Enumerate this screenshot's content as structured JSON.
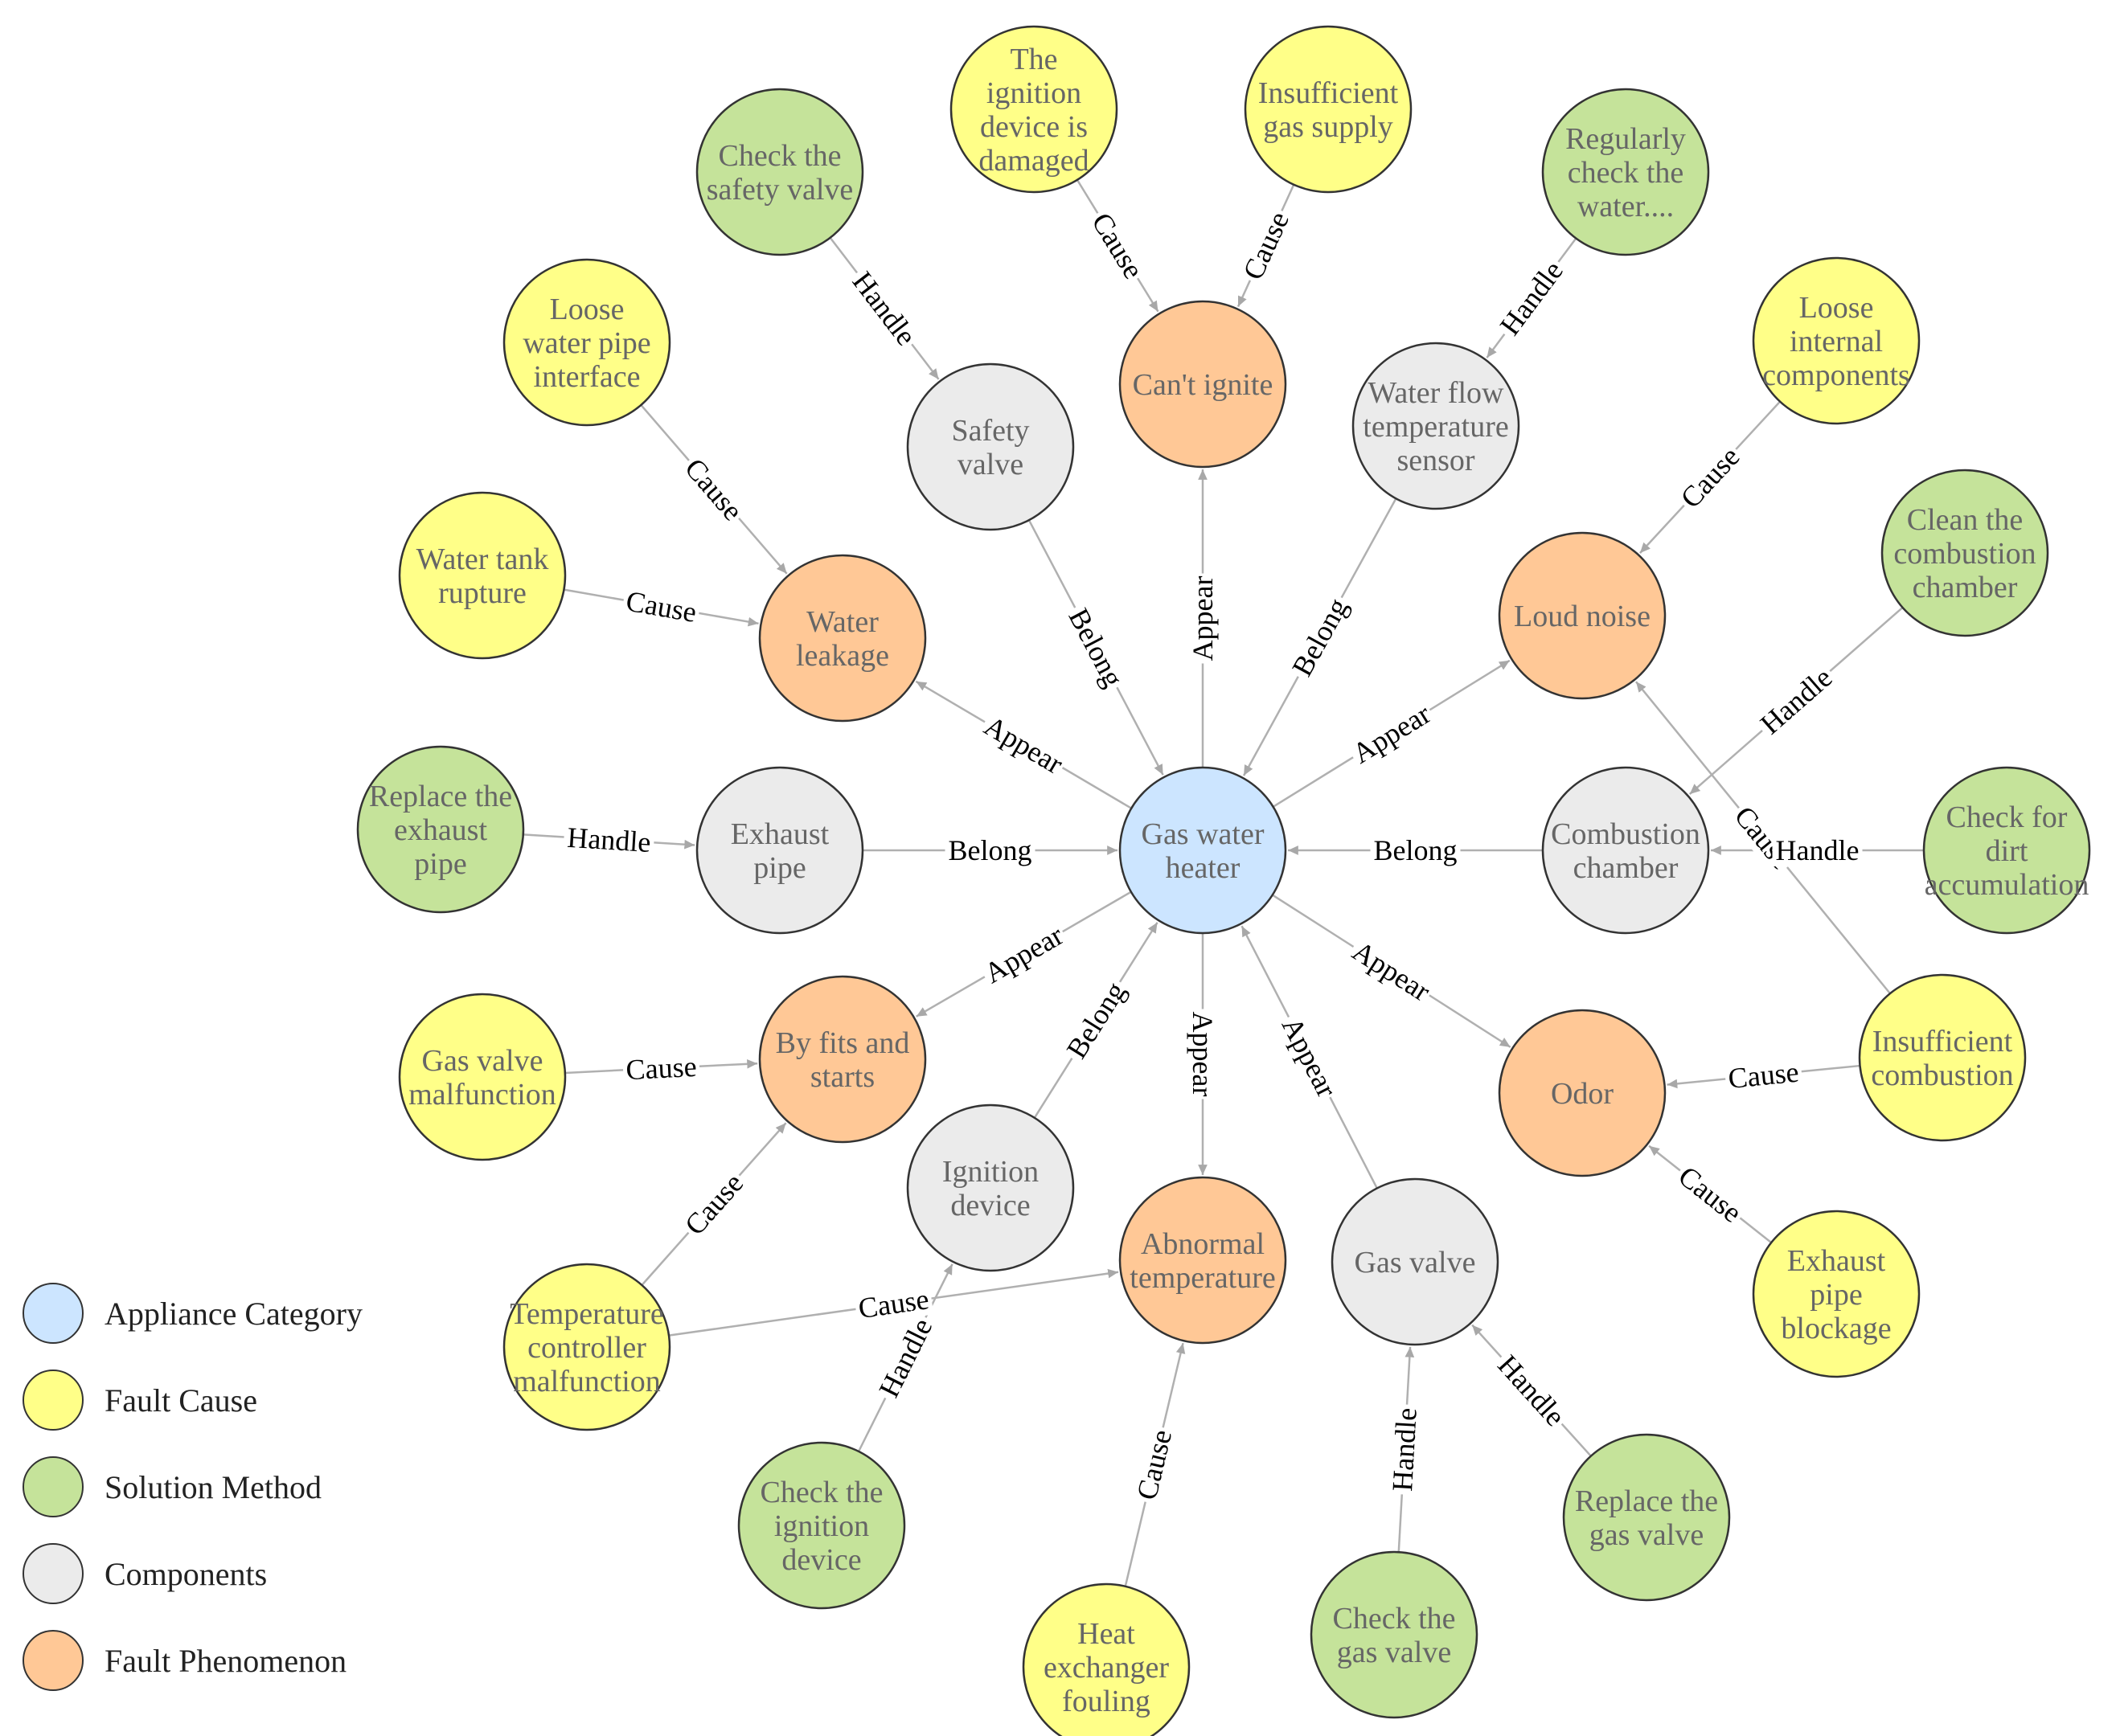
{
  "colors": {
    "appliance": "#cce5ff",
    "cause": "#ffff88",
    "solution": "#c5e39a",
    "component": "#ebebeb",
    "phenomenon": "#ffc896"
  },
  "legend": [
    {
      "type": "appliance",
      "label": "Appliance Category"
    },
    {
      "type": "cause",
      "label": "Fault Cause"
    },
    {
      "type": "solution",
      "label": "Solution Method"
    },
    {
      "type": "component",
      "label": "Components"
    },
    {
      "type": "phenomenon",
      "label": "Fault Phenomenon"
    }
  ],
  "nodes": [
    {
      "id": "gwh",
      "type": "appliance",
      "lines": [
        "Gas water",
        "heater"
      ]
    },
    {
      "id": "cant_ignite",
      "type": "phenomenon",
      "lines": [
        "Can't ignite"
      ]
    },
    {
      "id": "water_leakage",
      "type": "phenomenon",
      "lines": [
        "Water",
        "leakage"
      ]
    },
    {
      "id": "loud_noise",
      "type": "phenomenon",
      "lines": [
        "Loud noise"
      ]
    },
    {
      "id": "fits_starts",
      "type": "phenomenon",
      "lines": [
        "By fits and",
        "starts"
      ]
    },
    {
      "id": "odor",
      "type": "phenomenon",
      "lines": [
        "Odor"
      ]
    },
    {
      "id": "abnormal_temp",
      "type": "phenomenon",
      "lines": [
        "Abnormal",
        "temperature"
      ]
    },
    {
      "id": "safety_valve",
      "type": "component",
      "lines": [
        "Safety",
        "valve"
      ]
    },
    {
      "id": "wf_sensor",
      "type": "component",
      "lines": [
        "Water flow",
        "temperature",
        "sensor"
      ]
    },
    {
      "id": "exhaust_pipe",
      "type": "component",
      "lines": [
        "Exhaust",
        "pipe"
      ]
    },
    {
      "id": "combustion_chamber",
      "type": "component",
      "lines": [
        "Combustion",
        "chamber"
      ]
    },
    {
      "id": "ignition_device",
      "type": "component",
      "lines": [
        "Ignition",
        "device"
      ]
    },
    {
      "id": "gas_valve",
      "type": "component",
      "lines": [
        "Gas valve"
      ]
    },
    {
      "id": "ign_damaged",
      "type": "cause",
      "lines": [
        "The",
        "ignition",
        "device is",
        "damaged"
      ]
    },
    {
      "id": "insuff_gas",
      "type": "cause",
      "lines": [
        "Insufficient",
        "gas supply"
      ]
    },
    {
      "id": "loose_pipe",
      "type": "cause",
      "lines": [
        "Loose",
        "water pipe",
        "interface"
      ]
    },
    {
      "id": "tank_rupture",
      "type": "cause",
      "lines": [
        "Water tank",
        "rupture"
      ]
    },
    {
      "id": "loose_internal",
      "type": "cause",
      "lines": [
        "Loose",
        "internal",
        "components"
      ]
    },
    {
      "id": "gv_malfunction",
      "type": "cause",
      "lines": [
        "Gas valve",
        "malfunction"
      ]
    },
    {
      "id": "temp_ctrl",
      "type": "cause",
      "lines": [
        "Temperature",
        "controller",
        "malfunction"
      ]
    },
    {
      "id": "insuff_combustion",
      "type": "cause",
      "lines": [
        "Insufficient",
        "combustion"
      ]
    },
    {
      "id": "exhaust_blockage",
      "type": "cause",
      "lines": [
        "Exhaust",
        "pipe",
        "blockage"
      ]
    },
    {
      "id": "hx_fouling",
      "type": "cause",
      "lines": [
        "Heat",
        "exchanger",
        "fouling"
      ]
    },
    {
      "id": "check_safety",
      "type": "solution",
      "lines": [
        "Check the",
        "safety valve"
      ]
    },
    {
      "id": "check_water",
      "type": "solution",
      "lines": [
        "Regularly",
        "check the",
        "water...."
      ]
    },
    {
      "id": "clean_chamber",
      "type": "solution",
      "lines": [
        "Clean the",
        "combustion",
        "chamber"
      ]
    },
    {
      "id": "replace_exhaust",
      "type": "solution",
      "lines": [
        "Replace the",
        "exhaust",
        "pipe"
      ]
    },
    {
      "id": "check_dirt",
      "type": "solution",
      "lines": [
        "Check for",
        "dirt",
        "accumulation"
      ]
    },
    {
      "id": "check_ignition",
      "type": "solution",
      "lines": [
        "Check the",
        "ignition",
        "device"
      ]
    },
    {
      "id": "check_gv",
      "type": "solution",
      "lines": [
        "Check the",
        "gas valve"
      ]
    },
    {
      "id": "replace_gv",
      "type": "solution",
      "lines": [
        "Replace the",
        "gas valve"
      ]
    }
  ],
  "edges": [
    {
      "from": "gwh",
      "to": "cant_ignite",
      "label": "Appear"
    },
    {
      "from": "gwh",
      "to": "water_leakage",
      "label": "Appear"
    },
    {
      "from": "gwh",
      "to": "loud_noise",
      "label": "Appear"
    },
    {
      "from": "gwh",
      "to": "fits_starts",
      "label": "Appear"
    },
    {
      "from": "gwh",
      "to": "odor",
      "label": "Appear"
    },
    {
      "from": "gwh",
      "to": "abnormal_temp",
      "label": "Appear"
    },
    {
      "from": "gas_valve",
      "to": "gwh",
      "label": "Appear"
    },
    {
      "from": "safety_valve",
      "to": "gwh",
      "label": "Belong"
    },
    {
      "from": "wf_sensor",
      "to": "gwh",
      "label": "Belong"
    },
    {
      "from": "exhaust_pipe",
      "to": "gwh",
      "label": "Belong"
    },
    {
      "from": "combustion_chamber",
      "to": "gwh",
      "label": "Belong"
    },
    {
      "from": "ignition_device",
      "to": "gwh",
      "label": "Belong"
    },
    {
      "from": "ign_damaged",
      "to": "cant_ignite",
      "label": "Cause"
    },
    {
      "from": "insuff_gas",
      "to": "cant_ignite",
      "label": "Cause"
    },
    {
      "from": "loose_pipe",
      "to": "water_leakage",
      "label": "Cause"
    },
    {
      "from": "tank_rupture",
      "to": "water_leakage",
      "label": "Cause"
    },
    {
      "from": "loose_internal",
      "to": "loud_noise",
      "label": "Cause"
    },
    {
      "from": "gv_malfunction",
      "to": "fits_starts",
      "label": "Cause"
    },
    {
      "from": "temp_ctrl",
      "to": "fits_starts",
      "label": "Cause"
    },
    {
      "from": "temp_ctrl",
      "to": "abnormal_temp",
      "label": "Cause"
    },
    {
      "from": "insuff_combustion",
      "to": "odor",
      "label": "Cause"
    },
    {
      "from": "insuff_combustion",
      "to": "loud_noise",
      "label": "Cause"
    },
    {
      "from": "exhaust_blockage",
      "to": "odor",
      "label": "Cause"
    },
    {
      "from": "hx_fouling",
      "to": "abnormal_temp",
      "label": "Cause"
    },
    {
      "from": "check_safety",
      "to": "safety_valve",
      "label": "Handle"
    },
    {
      "from": "check_water",
      "to": "wf_sensor",
      "label": "Handle"
    },
    {
      "from": "clean_chamber",
      "to": "combustion_chamber",
      "label": "Handle"
    },
    {
      "from": "replace_exhaust",
      "to": "exhaust_pipe",
      "label": "Handle"
    },
    {
      "from": "check_dirt",
      "to": "combustion_chamber",
      "label": "Handle"
    },
    {
      "from": "check_ignition",
      "to": "ignition_device",
      "label": "Handle"
    },
    {
      "from": "check_gv",
      "to": "gas_valve",
      "label": "Handle"
    },
    {
      "from": "replace_gv",
      "to": "gas_valve",
      "label": "Handle"
    }
  ]
}
